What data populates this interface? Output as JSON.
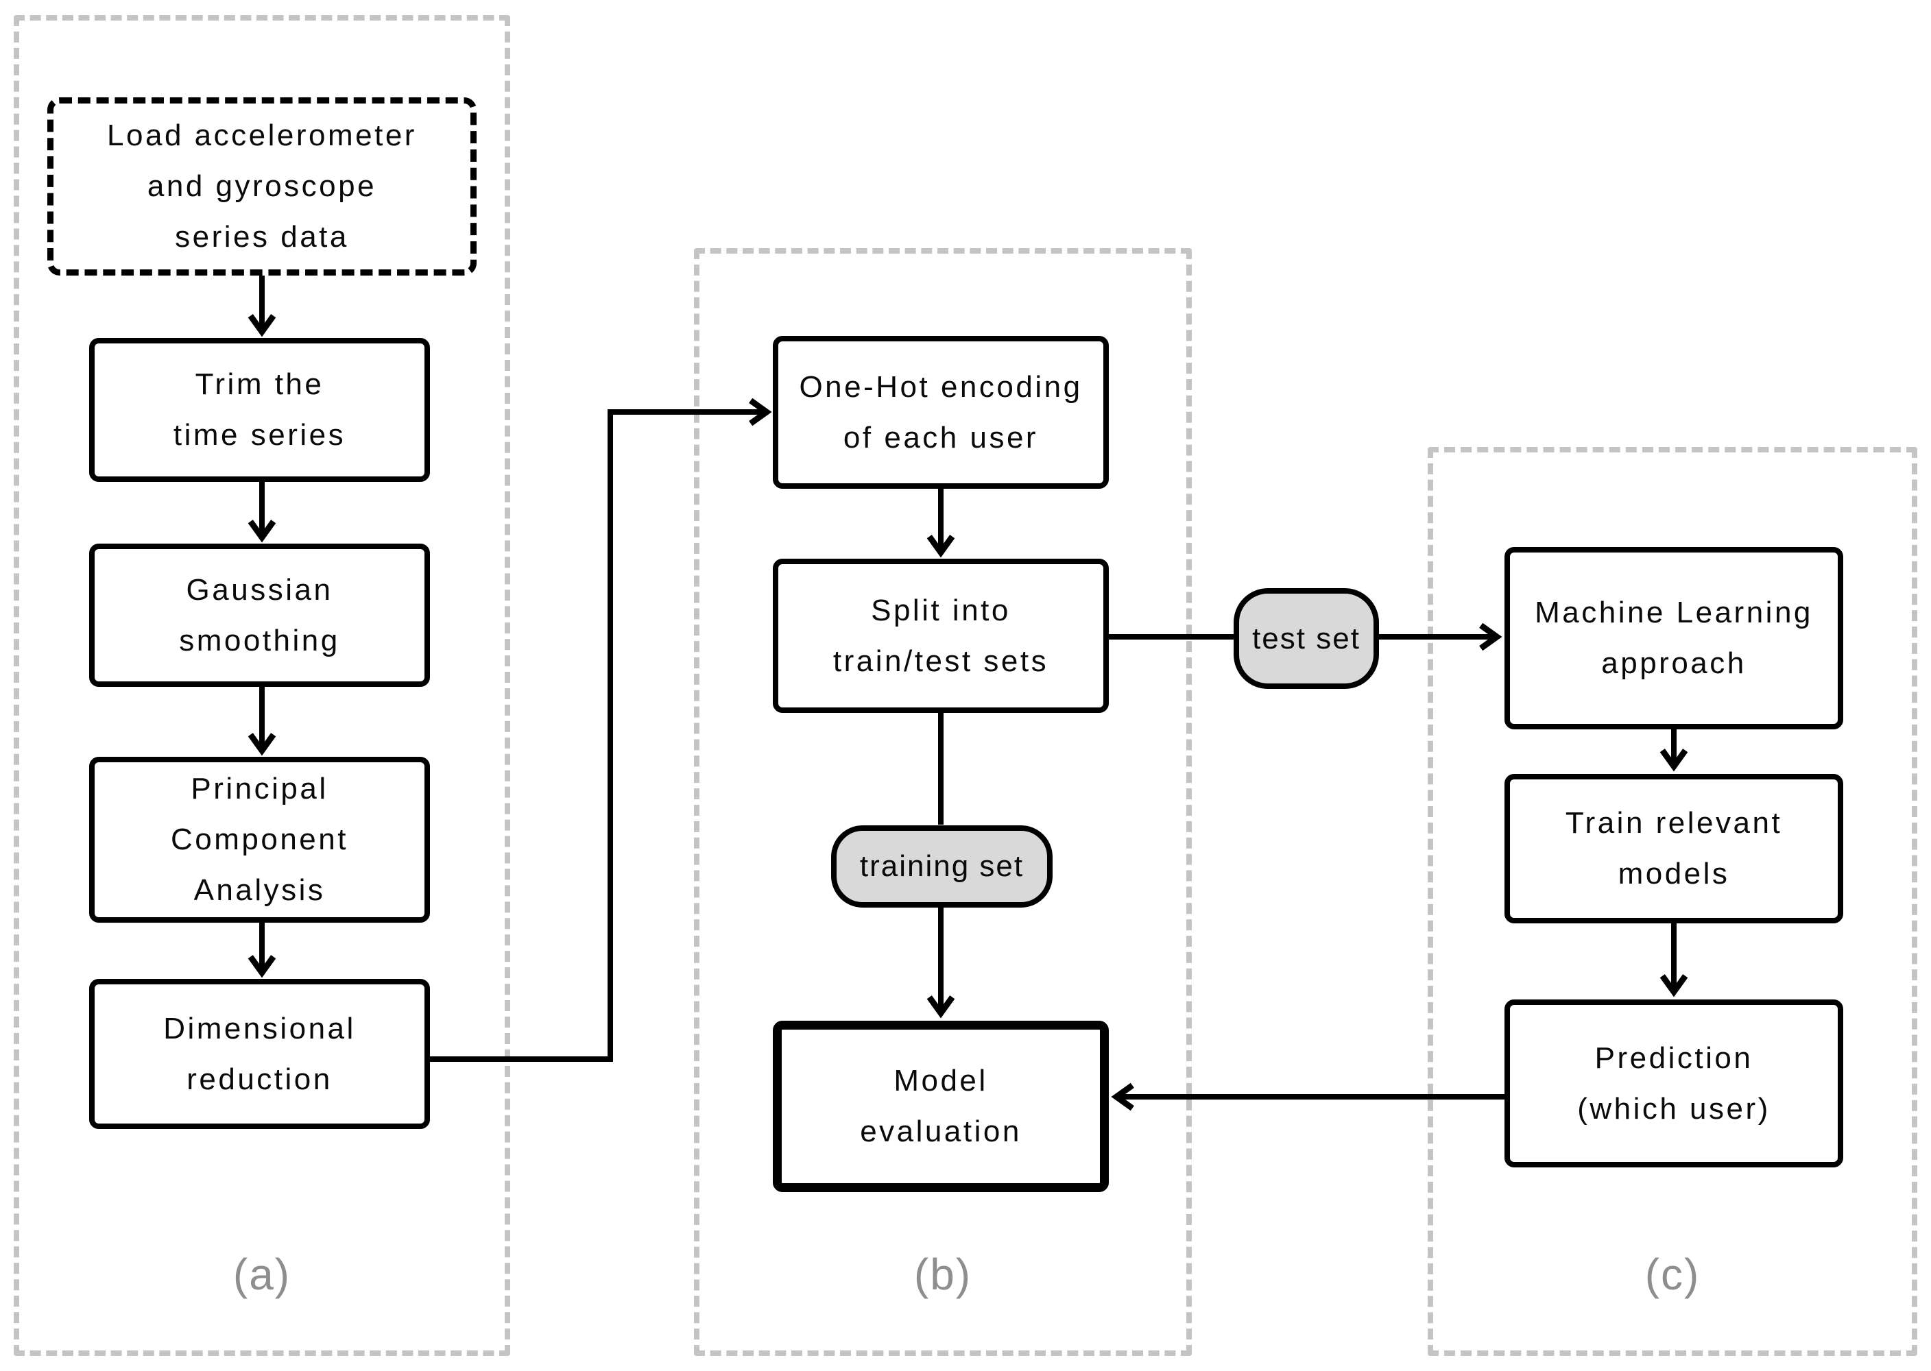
{
  "groups": [
    {
      "id": "a",
      "label": "(a)"
    },
    {
      "id": "b",
      "label": "(b)"
    },
    {
      "id": "c",
      "label": "(c)"
    }
  ],
  "nodes": {
    "load": {
      "lines": [
        "Load accelerometer",
        "and gyroscope",
        "series data"
      ]
    },
    "trim": {
      "lines": [
        "Trim the",
        "time series"
      ]
    },
    "gaussian": {
      "lines": [
        "Gaussian",
        "smoothing"
      ]
    },
    "pca": {
      "lines": [
        "Principal",
        "Component",
        "Analysis"
      ]
    },
    "dimred": {
      "lines": [
        "Dimensional",
        "reduction"
      ]
    },
    "onehot": {
      "lines": [
        "One-Hot encoding",
        "of each user"
      ]
    },
    "split": {
      "lines": [
        "Split into",
        "train/test sets"
      ]
    },
    "modeleval": {
      "lines": [
        "Model",
        "evaluation"
      ]
    },
    "ml": {
      "lines": [
        "Machine Learning",
        "approach"
      ]
    },
    "trainmodels": {
      "lines": [
        "Train relevant",
        "models"
      ]
    },
    "prediction": {
      "lines": [
        "Prediction",
        "(which user)"
      ]
    }
  },
  "edge_labels": {
    "test": "test set",
    "training": "training set"
  },
  "colors": {
    "background": "#ffffff",
    "box_border": "#000000",
    "arrow": "#000000",
    "pill_fill": "#d9d9d9",
    "group_dash": "#c4c4c4",
    "group_label": "#8e8e8e"
  }
}
